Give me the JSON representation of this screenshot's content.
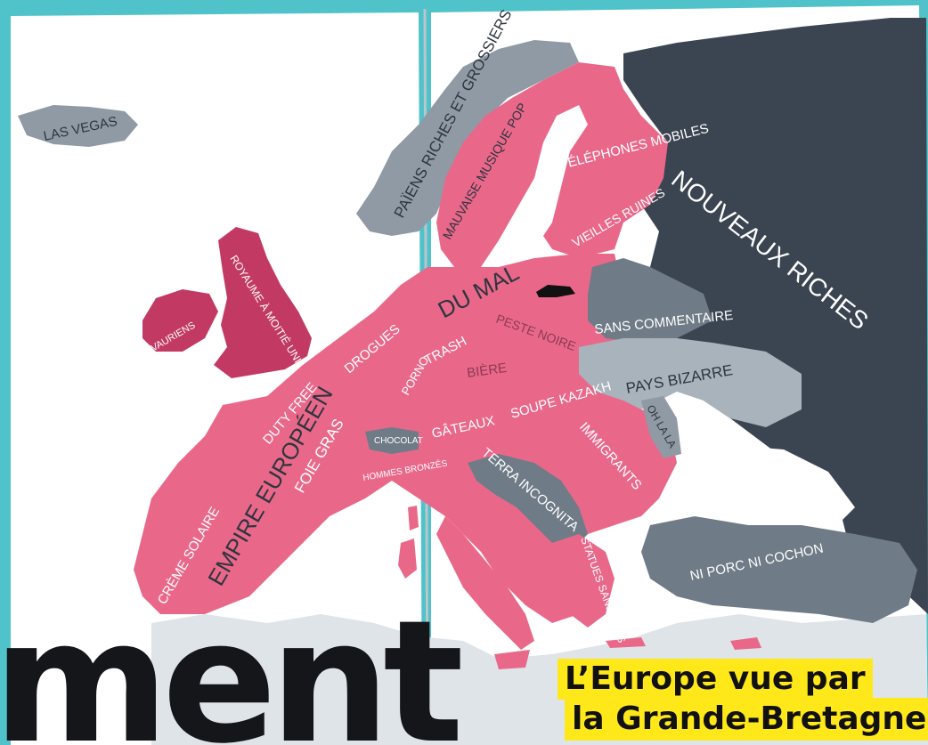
{
  "title": {
    "line1": "L’Europe vue par",
    "line2": "la Grande-Bretagne"
  },
  "headline_fragment": "ment",
  "labels": {
    "iceland": "LAS VEGAS",
    "scandinavia": "PAÏENS RICHES ET GROSSIERS",
    "sweden": "MAUVAISE MUSIQUE POP",
    "finland": "TÉLÉPHONES MOBILES",
    "baltics": "VIEILLES RUINES",
    "russia": "NOUVEAUX RICHES",
    "belarus": "SANS COMMENTAIRE",
    "ukraine": "PAYS BIZARRE",
    "moldova": "OH LA LA",
    "poland": "PESTE NOIRE",
    "europe_main": "EMPIRE EUROPÉEN",
    "europe_main2": "DU MAL",
    "uk": "ROYAUME À MOITIÉ UNI",
    "ireland": "VAURIENS",
    "netherlands": "DROGUES",
    "netherlands2": "PORNO",
    "germany_north": "TRASH",
    "germany": "BIÈRE",
    "france": "DUTY FREE",
    "france2": "FOIE GRAS",
    "belgium": "GÂTEAUX",
    "czech": "SOUPE KAZAKH",
    "switzerland": "CHOCOLAT",
    "alps": "HOMMES BRONZÉS",
    "romania": "IMMIGRANTS",
    "balkans": "TERRA INCOGNITA",
    "spain": "CRÈME SOLAIRE",
    "greece": "STATUES SANS BRAS",
    "turkey": "NI PORC NI COCHON"
  },
  "colors": {
    "pink": "#e9688a",
    "dark_pink": "#c23a64",
    "slate_dark": "#3b4451",
    "slate_mid": "#6f7b86",
    "slate_light": "#a9b3bc",
    "sea": "#ffffff",
    "border": "#4fc3c9",
    "title_bg": "#ffe81a"
  }
}
